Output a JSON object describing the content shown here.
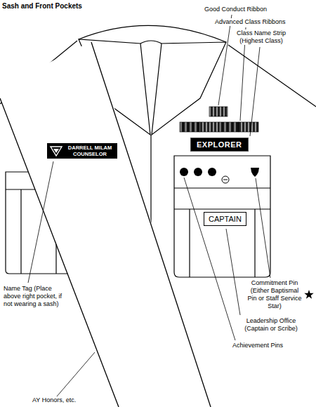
{
  "diagram": {
    "title": "Sash and Front Pockets",
    "nodes": [
      {
        "text": [
          "DARRELL MILAM COUNSELOR"
        ]
      },
      {
        "text": [
          "EXPLORER"
        ]
      },
      {
        "text": [
          "CAPTAIN"
        ]
      }
    ],
    "labels": [
      "Good Conduct Ribbon",
      "Advanced Class Ribbons",
      "Class Name Strip (Highest Class)",
      "Name Tag (Place above right pocket, if not wearing a sash)",
      "Commitment Pin (Either Baptismal Pin or Staff Service Star)",
      "Leadership Office (Captain or Scribe)",
      "Achievement Pins",
      "AY Honors, etc."
    ]
  }
}
